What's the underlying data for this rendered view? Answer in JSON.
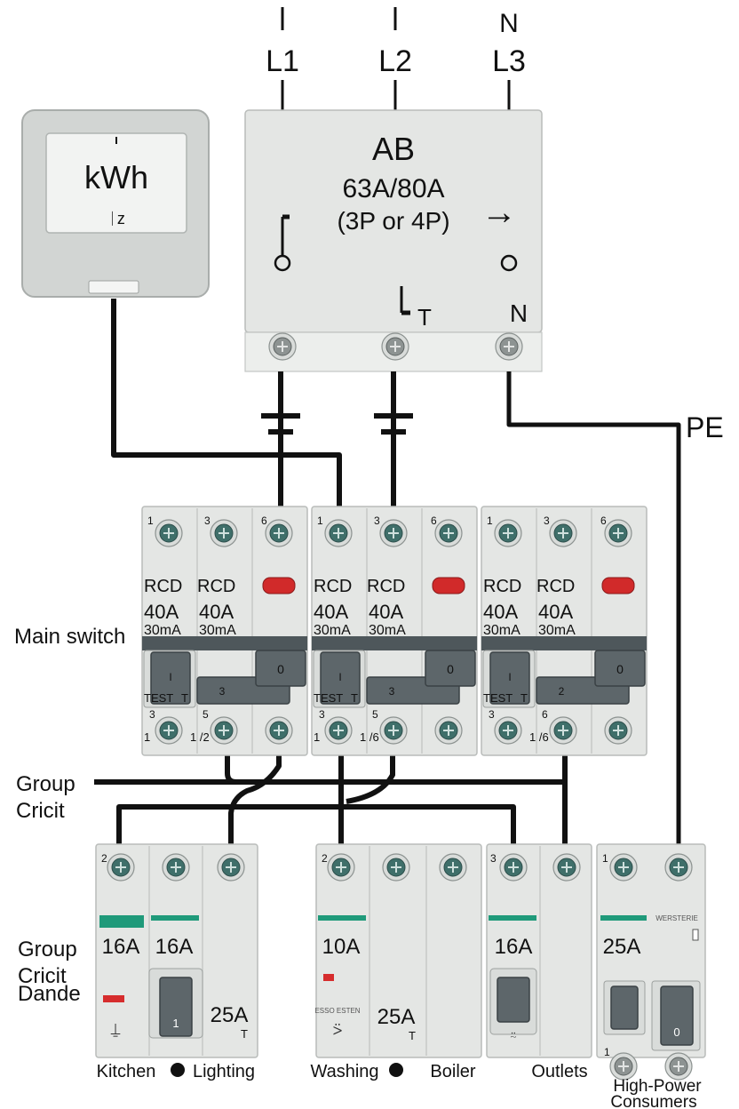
{
  "supply": {
    "phase_labels": [
      "L1",
      "L2",
      "L3"
    ],
    "top_marks": [
      "I",
      "I",
      "N"
    ],
    "pe_label": "PE"
  },
  "meter": {
    "unit": "kWh",
    "pulse_mark": "ᛁz"
  },
  "main_breaker": {
    "title": "AB",
    "rating": "63A/80A",
    "poles": "(3P or 4P)",
    "arrow": "→",
    "neutral": "N",
    "trip_mark": "T"
  },
  "labels": {
    "main_switch": "Main switch",
    "group_circuit_1": "Group",
    "group_circuit_2": "Cricit",
    "group_circuit_dande_1": "Group",
    "group_circuit_dande_2": "Cricit",
    "group_circuit_dande_3": "Dande"
  },
  "rcds": [
    {
      "top_nums": [
        "1",
        "3",
        "6"
      ],
      "label_a": "RCD",
      "label_b": "RCD",
      "rating_a": "40A",
      "rating_b": "40A",
      "sens_a": "30mA",
      "sens_b": "30mA",
      "test": "TEST",
      "t": "T",
      "handles": [
        "I",
        "3",
        "0"
      ],
      "bottom_nums": [
        "3",
        "5"
      ],
      "terminal_nums": [
        "1",
        "1 /2"
      ]
    },
    {
      "top_nums": [
        "1",
        "3",
        "6"
      ],
      "label_a": "RCD",
      "label_b": "RCD",
      "rating_a": "40A",
      "rating_b": "40A",
      "sens_a": "30mA",
      "sens_b": "30mA",
      "test": "TEST",
      "t": "T",
      "handles": [
        "I",
        "3",
        "0"
      ],
      "bottom_nums": [
        "3",
        "5"
      ],
      "terminal_nums": [
        "1",
        "1 /6"
      ]
    },
    {
      "top_nums": [
        "1",
        "3",
        "6"
      ],
      "label_a": "RCD",
      "label_b": "RCD",
      "rating_a": "40A",
      "rating_b": "40A",
      "sens_a": "30mA",
      "sens_b": "30mA",
      "test": "TEST",
      "t": "T",
      "handles": [
        "I",
        "2",
        "0"
      ],
      "bottom_nums": [
        "3",
        "6"
      ],
      "terminal_nums": [
        "",
        "1 /6"
      ]
    }
  ],
  "mcbs": {
    "left": {
      "top_num": "2",
      "ratings": [
        "16A",
        "16A",
        "25A"
      ],
      "t": "T",
      "handle": "1",
      "circuits": [
        "Kitchen",
        "Lighting"
      ]
    },
    "middle": {
      "top_num": "2",
      "ratings": [
        "10A",
        "25A"
      ],
      "t": "T",
      "circuits": [
        "Washing",
        "Boiler"
      ]
    },
    "right": {
      "top_num": "3",
      "ratings": [
        "16A"
      ],
      "circuits": [
        "Outlets"
      ]
    },
    "far": {
      "top_num": "1",
      "ratings": [
        "25A"
      ],
      "handle": "0",
      "bottom_num": "1",
      "circuits": [
        "High-Power",
        "Consumers"
      ]
    }
  }
}
